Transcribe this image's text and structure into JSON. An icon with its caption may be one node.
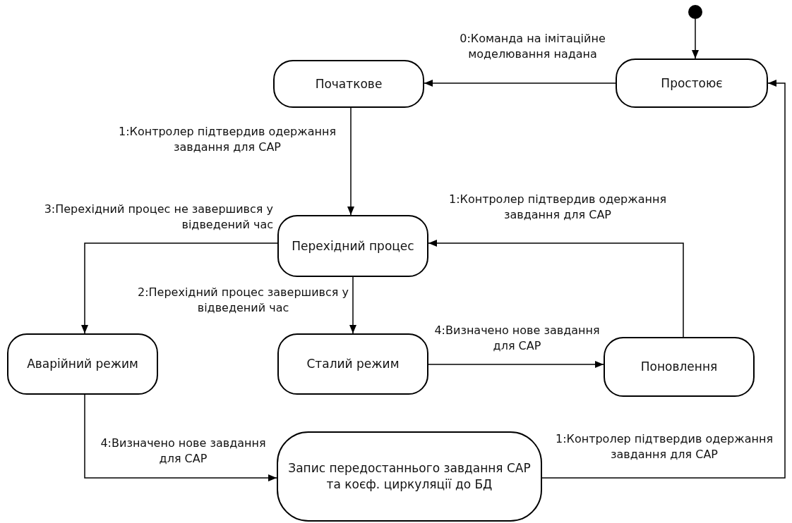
{
  "diagram": {
    "nodes": [
      {
        "text": [],
        "shape": "circle"
      },
      {
        "text": [
          "Простоює"
        ]
      },
      {
        "text": [
          "Початкове"
        ]
      },
      {
        "text": [
          "Перехідний процес"
        ]
      },
      {
        "text": [
          "Аварійний режим"
        ]
      },
      {
        "text": [
          "Сталий режим"
        ]
      },
      {
        "text": [
          "Поновлення"
        ]
      },
      {
        "text": [
          "Запис передостаннього завдання САР та коєф. циркуляції до БД"
        ]
      }
    ],
    "edges": [
      {
        "from": 0,
        "to": 1,
        "arrow": "to"
      },
      {
        "from": 1,
        "to": 2,
        "arrow": "to",
        "label": "0:Команда на імітаційне моделювання надана"
      },
      {
        "from": 2,
        "to": 3,
        "arrow": "to",
        "label": "1:Контролер підтвердив одержання завдання для САР"
      },
      {
        "from": 3,
        "to": 4,
        "arrow": "to",
        "label": "3:Перехідний процес не завершився у відведений час"
      },
      {
        "from": 3,
        "to": 5,
        "arrow": "to",
        "label": "2:Перехідний процес завершився у відведений час"
      },
      {
        "from": 5,
        "to": 6,
        "arrow": "to",
        "label": "4:Визначено нове завдання для САР"
      },
      {
        "from": 6,
        "to": 3,
        "arrow": "to",
        "label": "1:Контролер підтвердив одержання завдання для САР"
      },
      {
        "from": 4,
        "to": 7,
        "arrow": "to",
        "label": "4:Визначено нове завдання для САР"
      },
      {
        "from": 7,
        "to": 1,
        "arrow": "to",
        "label": "1:Контролер підтвердив одержання завдання для САР"
      }
    ]
  }
}
